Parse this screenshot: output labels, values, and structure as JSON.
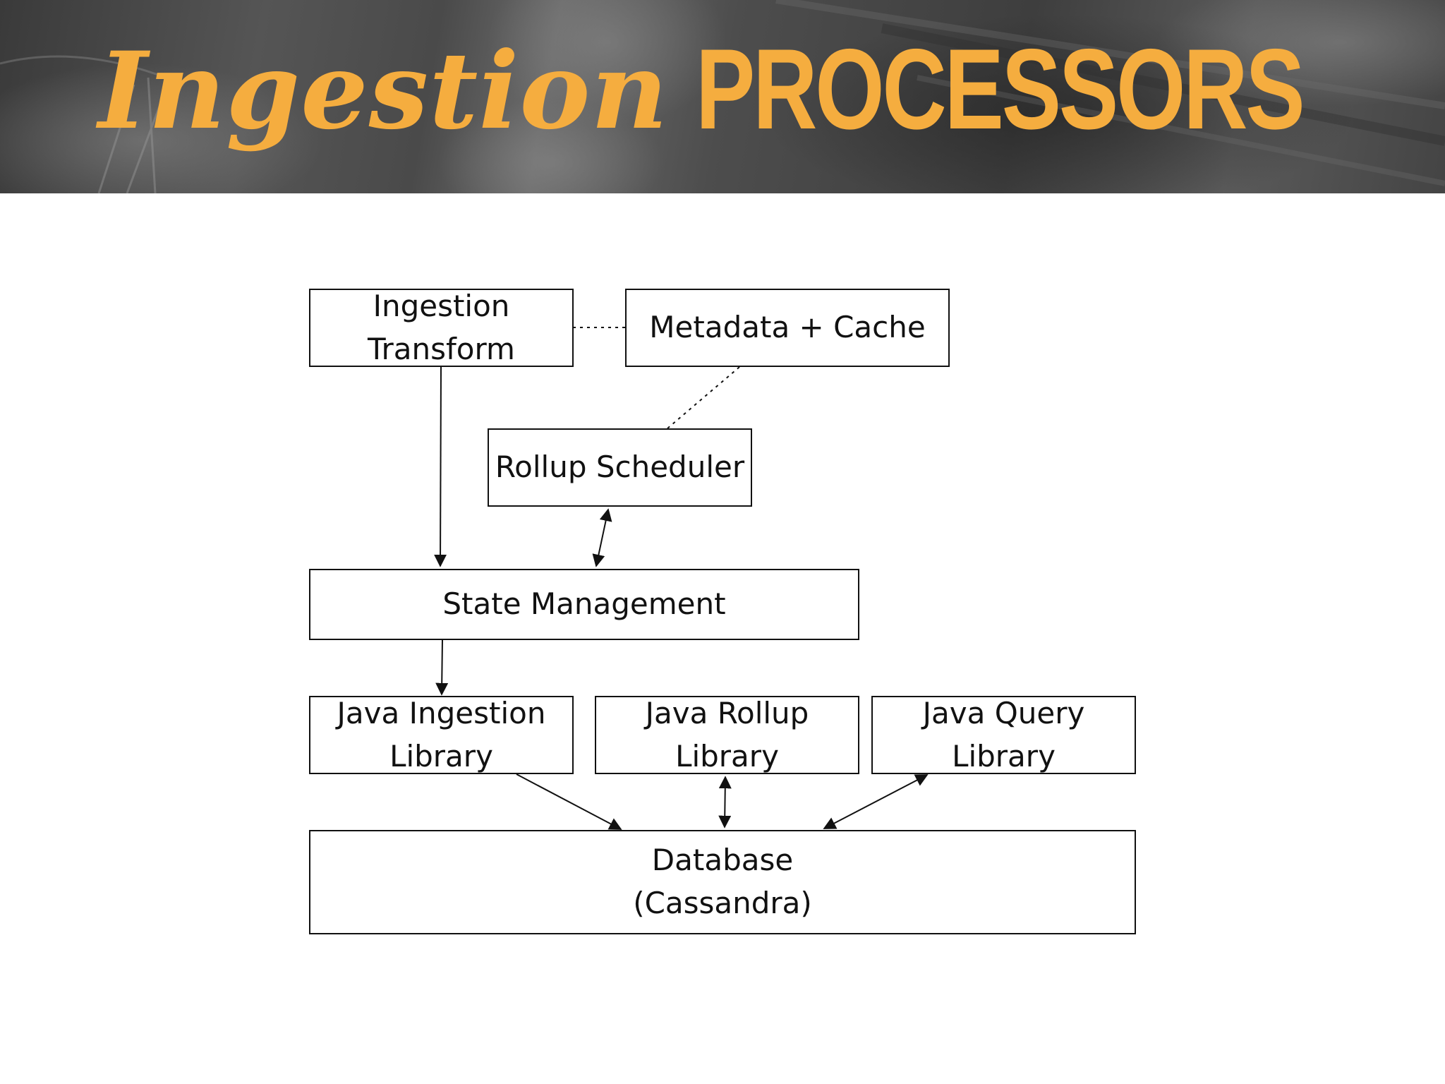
{
  "header": {
    "title_script": "Ingestion",
    "title_caps": "PROCESSORS",
    "title_color": "#f5ad3f"
  },
  "diagram": {
    "boxes": {
      "ingestion_transform": {
        "line1": "Ingestion",
        "line2": "Transform"
      },
      "metadata_cache": {
        "line1": "Metadata + Cache"
      },
      "rollup_scheduler": {
        "line1": "Rollup Scheduler"
      },
      "state_management": {
        "line1": "State Management"
      },
      "java_ingestion_library": {
        "line1": "Java Ingestion",
        "line2": "Library"
      },
      "java_rollup_library": {
        "line1": "Java Rollup",
        "line2": "Library"
      },
      "java_query_library": {
        "line1": "Java Query",
        "line2": "Library"
      },
      "database": {
        "line1": "Database",
        "line2": "(Cassandra)"
      }
    },
    "edges": [
      {
        "from": "ingestion_transform",
        "to": "metadata_cache",
        "style": "dotted",
        "arrow": "none"
      },
      {
        "from": "metadata_cache",
        "to": "rollup_scheduler",
        "style": "dotted",
        "arrow": "none"
      },
      {
        "from": "ingestion_transform",
        "to": "state_management",
        "style": "solid",
        "arrow": "end"
      },
      {
        "from": "rollup_scheduler",
        "to": "state_management",
        "style": "solid",
        "arrow": "both"
      },
      {
        "from": "state_management",
        "to": "java_ingestion_library",
        "style": "solid",
        "arrow": "end"
      },
      {
        "from": "java_ingestion_library",
        "to": "database",
        "style": "solid",
        "arrow": "end"
      },
      {
        "from": "java_rollup_library",
        "to": "database",
        "style": "solid",
        "arrow": "both"
      },
      {
        "from": "java_query_library",
        "to": "database",
        "style": "solid",
        "arrow": "both"
      }
    ]
  }
}
